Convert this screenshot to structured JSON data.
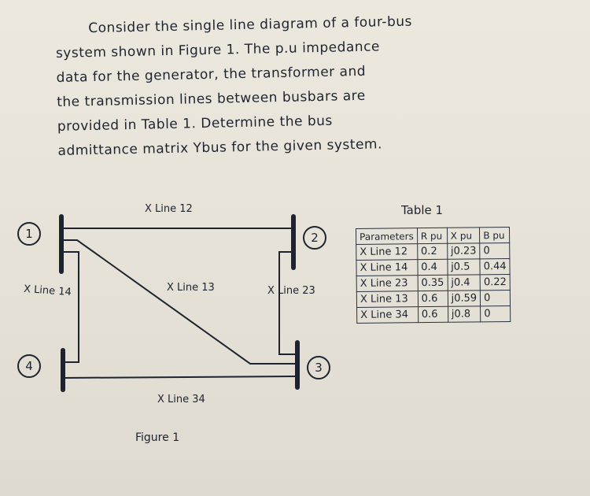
{
  "problem": {
    "lines": [
      "Consider the single line diagram of a four-bus",
      "system shown in Figure 1. The p.u impedance",
      "data for the generator, the transformer and",
      "the transmission lines between busbars are",
      "provided in Table 1. Determine the bus",
      "admittance matrix Ybus for the given system."
    ]
  },
  "figure": {
    "caption": "Figure 1",
    "buses": [
      "1",
      "2",
      "3",
      "4"
    ],
    "line_labels": {
      "line12": "X Line 12",
      "line13": "X Line 13",
      "line14": "X Line 14",
      "line23": "X Line 23",
      "line34": "X Line 34"
    }
  },
  "table": {
    "title": "Table 1",
    "headers": [
      "Parameters",
      "R pu",
      "X pu",
      "B pu"
    ],
    "rows": [
      [
        "X Line 12",
        "0.2",
        "j0.23",
        "0"
      ],
      [
        "X Line 14",
        "0.4",
        "j0.5",
        "0.44"
      ],
      [
        "X Line 23",
        "0.35",
        "j0.4",
        "0.22"
      ],
      [
        "X Line 13",
        "0.6",
        "j0.59",
        "0"
      ],
      [
        "X Line 34",
        "0.6",
        "j0.8",
        "0"
      ]
    ]
  }
}
